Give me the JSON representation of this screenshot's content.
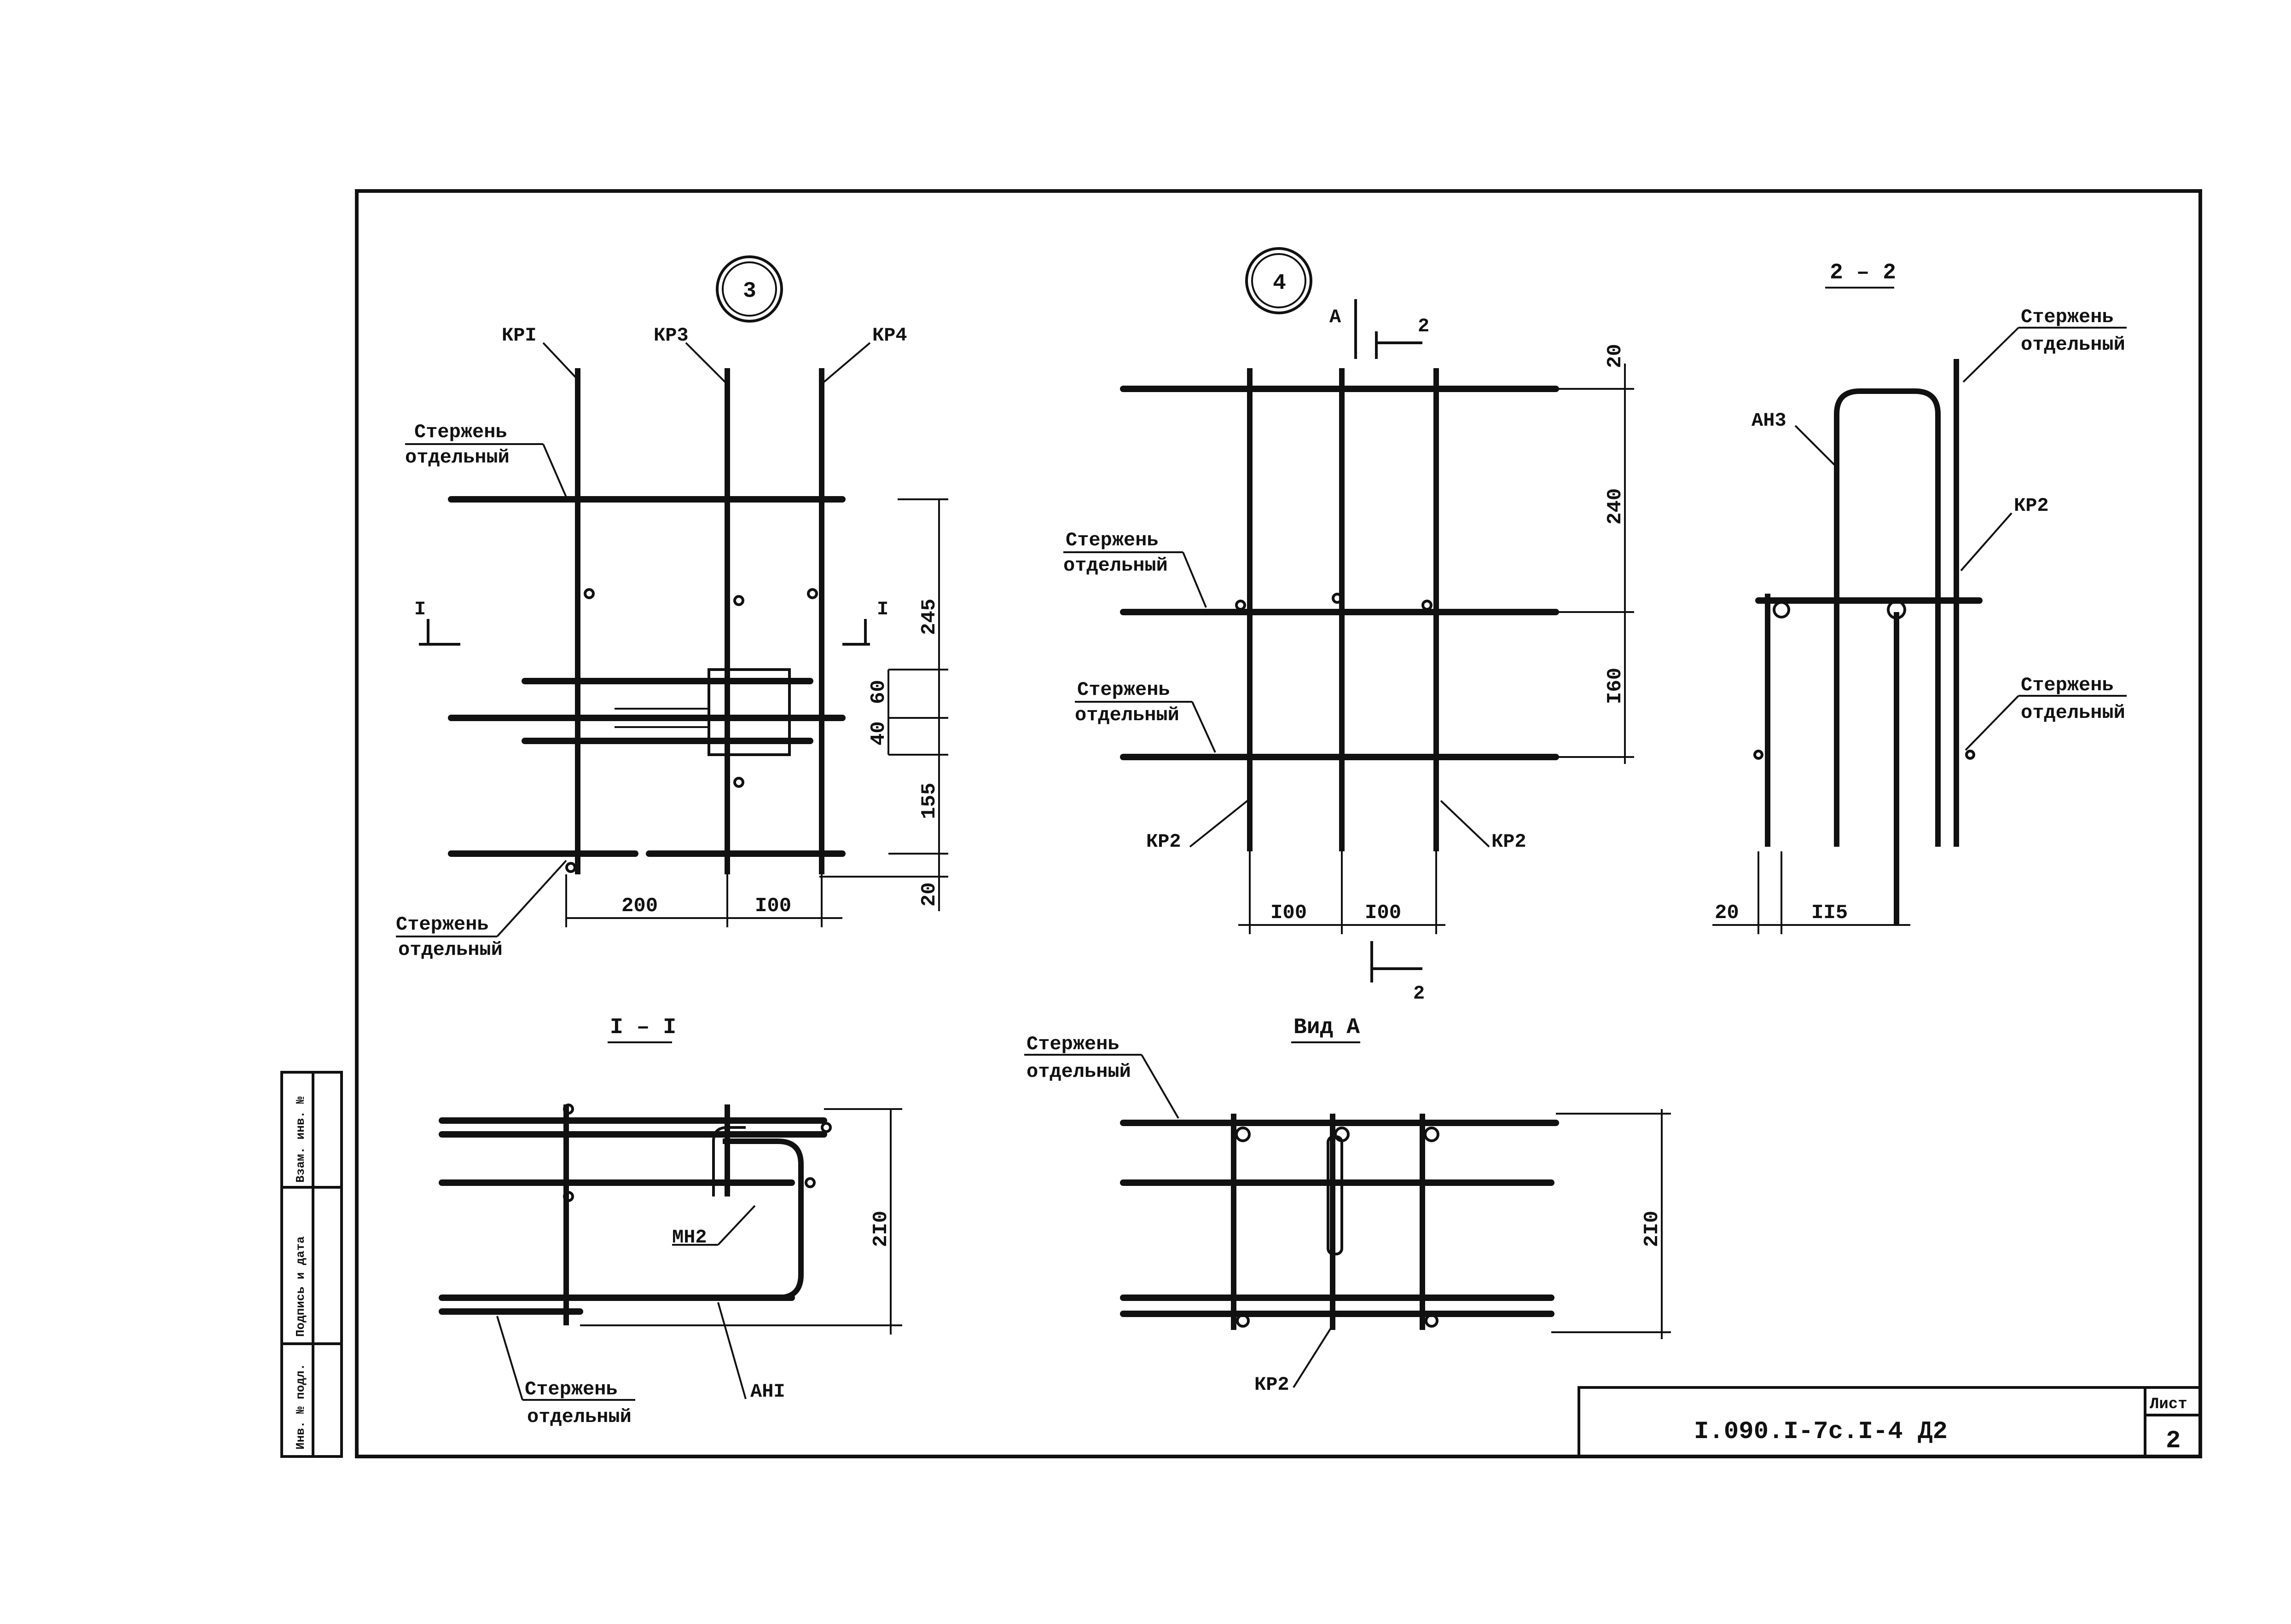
{
  "sheet": {
    "code": "I.090.I-7c.I-4 Д2",
    "sheet_label": "Лист",
    "sheet_number": "2",
    "side_stamp": [
      "Инв. № подл.",
      "Подпись и дата",
      "Взам. инв. №"
    ]
  },
  "view3": {
    "marker": "3",
    "labels": {
      "kp1": "КРI",
      "kp3": "КР3",
      "kp4": "КР4"
    },
    "rod_top": [
      "Стержень",
      "отдельный"
    ],
    "rod_bottom": [
      "Стержень",
      "отдельный"
    ],
    "section_mark": "I",
    "dims_v": [
      "245",
      "60",
      "40",
      "155",
      "20"
    ],
    "dims_h": [
      "200",
      "I00"
    ]
  },
  "view4": {
    "marker": "4",
    "arrow_a": "А",
    "section_2": "2",
    "rod_mid": [
      "Стержень",
      "отдельный"
    ],
    "rod_low": [
      "Стержень",
      "отдельный"
    ],
    "kp2_left": "КР2",
    "kp2_right": "КР2",
    "dims_v": [
      "20",
      "240",
      "I60"
    ],
    "dims_h": [
      "I00",
      "I00"
    ]
  },
  "view22": {
    "title": "2 – 2",
    "rod_top": [
      "Стержень",
      "отдельный"
    ],
    "rod_mid": [
      "Стержень",
      "отдельный"
    ],
    "an3": "АН3",
    "kp2": "КР2",
    "dims_h": [
      "20",
      "II5"
    ]
  },
  "viewI": {
    "title": "I – I",
    "mn2": "МН2",
    "an1": "АНI",
    "rod": [
      "Стержень",
      "отдельный"
    ],
    "dim": "2I0"
  },
  "viewA": {
    "title": "Вид А",
    "rod": [
      "Стержень",
      "отдельный"
    ],
    "kp2": "КР2",
    "dim": "2I0"
  }
}
